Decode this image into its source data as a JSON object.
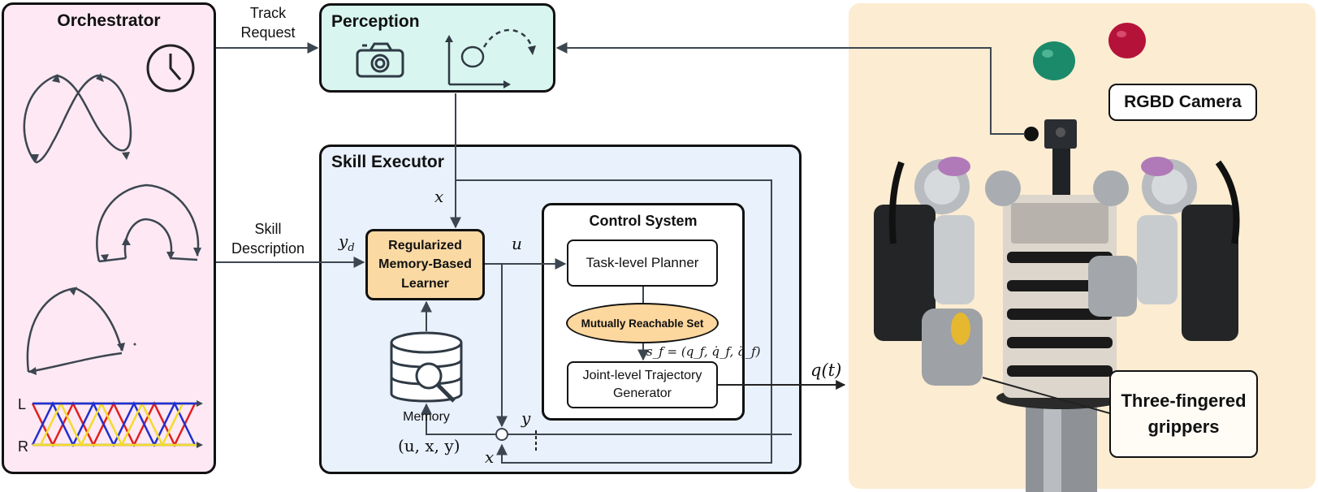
{
  "orchestrator": {
    "title": "Orchestrator",
    "gait_labels": [
      "L",
      "R"
    ]
  },
  "perception": {
    "title": "Perception"
  },
  "skill_executor": {
    "title": "Skill Executor"
  },
  "learner": {
    "label_lines": [
      "Regularized",
      "Memory-Based",
      "Learner"
    ]
  },
  "memory": {
    "label": "Memory",
    "tuple": "(u, x, y)"
  },
  "control_system": {
    "title": "Control System",
    "task_planner": "Task-level Planner",
    "reachable_set": "Mutually Reachable Set",
    "state_label": "s_f = (q_f, q̇_f, q̈_f)",
    "trajectory_generator_lines": [
      "Joint-level Trajectory",
      "Generator"
    ]
  },
  "signals": {
    "track_request": [
      "Track",
      "Request"
    ],
    "skill_description": [
      "Skill",
      "Description"
    ],
    "x": "x",
    "yd": "y",
    "yd_sub": "d",
    "u": "u",
    "y": "y",
    "q_t": "q(t)"
  },
  "robot": {
    "camera_label": "RGBD Camera",
    "gripper_label": [
      "Three-fingered",
      "grippers"
    ]
  },
  "colors": {
    "orchestrator_bg": "#fde8f3",
    "perception_bg": "#d8f6ef",
    "executor_bg": "#e9f1fc",
    "learner_bg": "#fbd9a3",
    "reachable_bg": "#fcd79e",
    "photo_bg": "#fbecd2",
    "gait_red": "#e02020",
    "gait_blue": "#1f2fd0",
    "gait_yellow": "#f2dc2a",
    "line": "#3c4650"
  }
}
